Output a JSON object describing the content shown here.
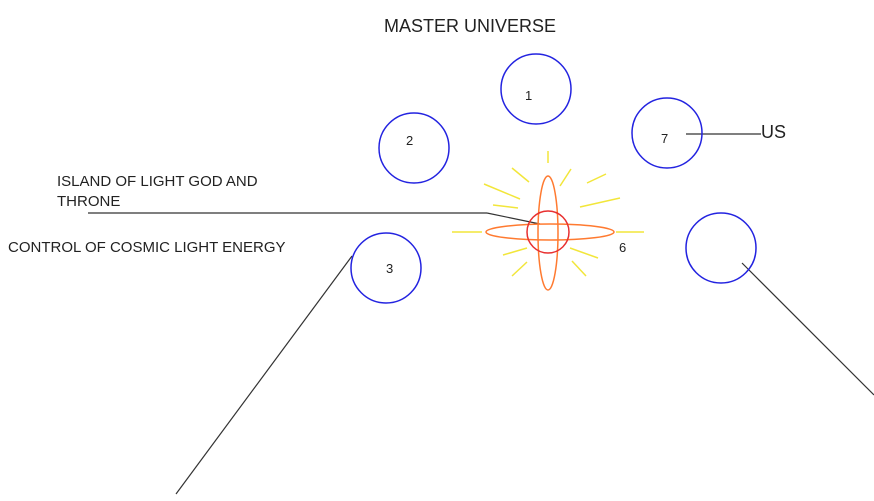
{
  "title": "MASTER UNIVERSE",
  "labels": {
    "island_line1": "ISLAND OF LIGHT GOD AND",
    "island_line2": "THRONE",
    "control": "CONTROL OF COSMIC LIGHT ENERGY",
    "us": "US"
  },
  "universes": [
    {
      "id": "universe-1",
      "number": "1"
    },
    {
      "id": "universe-2",
      "number": "2"
    },
    {
      "id": "universe-3",
      "number": "3"
    },
    {
      "id": "universe-6",
      "number": "6"
    },
    {
      "id": "universe-7",
      "number": "7"
    },
    {
      "id": "universe-unlabeled",
      "number": ""
    }
  ],
  "colors": {
    "circle_stroke": "#2323e0",
    "center_circle": "#e83030",
    "ellipse": "#ff7a30",
    "rays": "#f2e63a",
    "lines": "#333333"
  }
}
